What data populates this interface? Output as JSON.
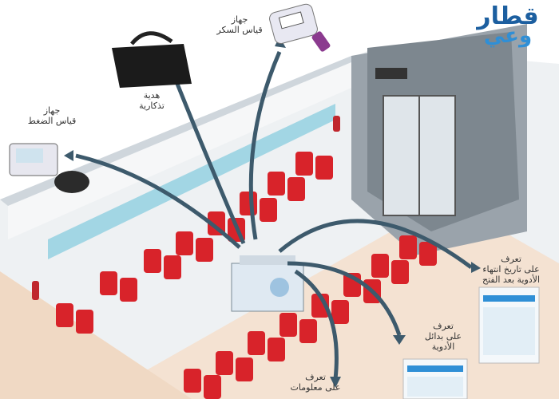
{
  "logo": {
    "line1": "قطار",
    "line2": "وعي",
    "colors": {
      "dark_blue": "#1c5fa0",
      "light_blue": "#2f8fd6"
    }
  },
  "labels": {
    "glucose_meter": [
      "جهاز",
      "قياس السكر"
    ],
    "souvenir_gift": [
      "هدية",
      "تذكارية"
    ],
    "bp_monitor": [
      "جهاز",
      "قياس الضغط"
    ],
    "expiry_info": [
      "تعرف",
      "على تاريخ انتهاء",
      "الأدوية بعد الفتح"
    ],
    "alternatives_info": [
      "تعرف",
      "على بدائل",
      "الأدوية"
    ],
    "medicine_info": [
      "تعرف",
      "على معلومات"
    ]
  },
  "colors": {
    "seat_red": "#d8232a",
    "arrow_blue": "#3d5a6c",
    "floor": "#f4e2d2",
    "wall": "#e9ecef"
  }
}
